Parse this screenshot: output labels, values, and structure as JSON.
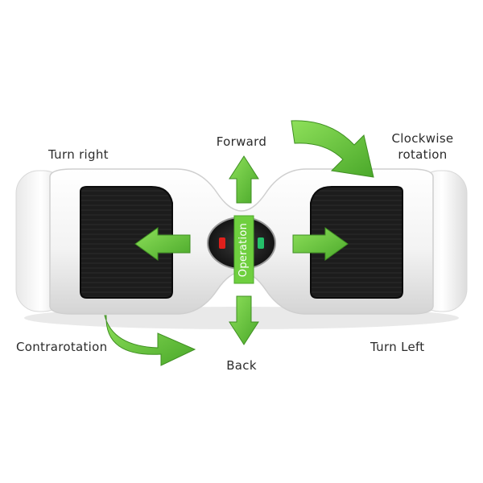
{
  "labels": {
    "forward": "Forward",
    "back": "Back",
    "turn_right": "Turn right",
    "clockwise_rotation": "Clockwise rotation",
    "contrarotation": "Contrarotation",
    "turn_left": "Turn Left",
    "operation": "Operation"
  },
  "colors": {
    "arrow_green": "#6fcf3f",
    "arrow_green_dark": "#4ea82a",
    "board_white": "#f4f4f4",
    "pad_black": "#1a1a1a",
    "indicator_red": "#e0201c",
    "indicator_green": "#25c06a"
  },
  "icons": {
    "board": "hoverboard-icon",
    "arrows": "green-arrow-icon"
  }
}
